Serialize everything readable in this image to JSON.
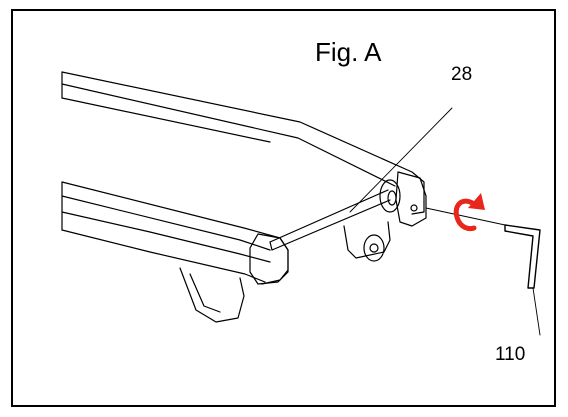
{
  "figure": {
    "title": "Fig. A",
    "callouts": {
      "frame_part": "28",
      "wrench": "110"
    }
  },
  "colors": {
    "line": "#000000",
    "arrow": "#e8261c",
    "background": "#ffffff"
  },
  "icons": {
    "rotation": "clockwise-arrow-icon"
  }
}
